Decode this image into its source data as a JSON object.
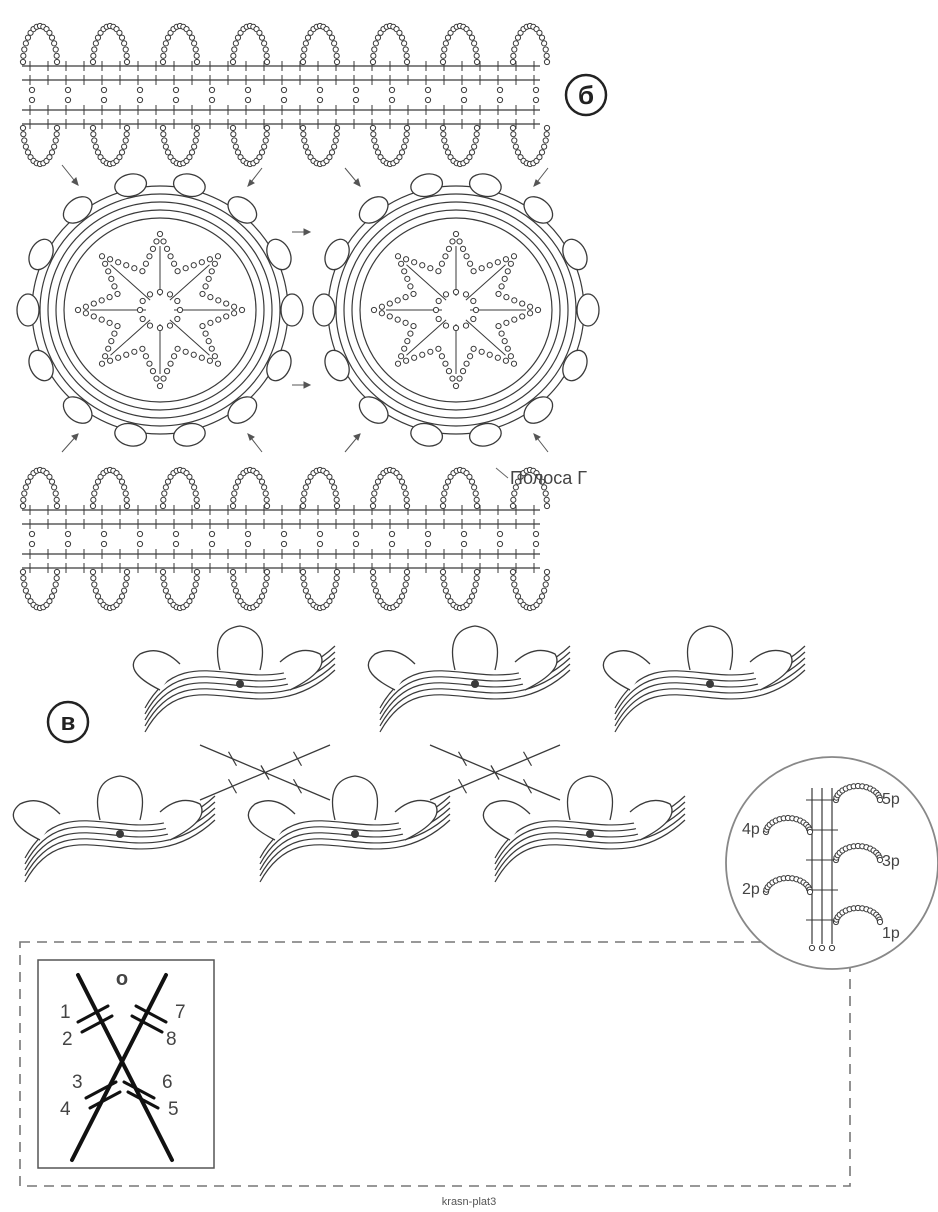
{
  "panel_b": {
    "badge": "б",
    "strip_label": "Полоса Г"
  },
  "panel_v": {
    "badge": "в"
  },
  "row_detail": {
    "labels": [
      "5р",
      "4р",
      "3р",
      "2р",
      "1р"
    ]
  },
  "legend": {
    "numbers": [
      "1",
      "2",
      "3",
      "4",
      "5",
      "6",
      "7",
      "8"
    ],
    "top_mark": "о"
  },
  "credit": "krasn-plat3",
  "colors": {
    "ink": "#3a3a3a",
    "paper": "#ffffff",
    "dash": "#777777"
  }
}
